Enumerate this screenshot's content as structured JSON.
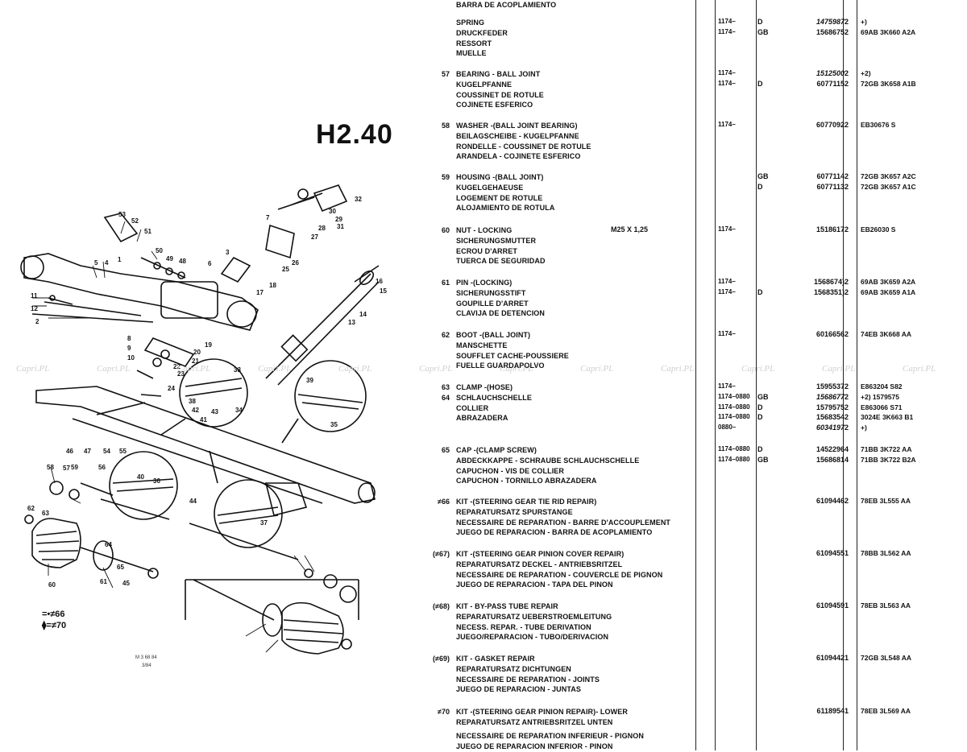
{
  "page_code": "H2.40",
  "legend": {
    "line1": "=•≠66",
    "line2": "⧫=≠70"
  },
  "watermark": "Capri.PL",
  "diagram_labels": [
    "53",
    "52",
    "51",
    "50",
    "49",
    "48",
    "5",
    "4",
    "1",
    "3",
    "2",
    "6",
    "7",
    "8",
    "9",
    "10",
    "11",
    "12",
    "13",
    "14",
    "15",
    "16",
    "17",
    "18",
    "19",
    "20",
    "21",
    "22",
    "23",
    "24",
    "25",
    "26",
    "27",
    "28",
    "29",
    "30",
    "31",
    "32",
    "33",
    "34",
    "35",
    "36",
    "37",
    "38",
    "39",
    "40",
    "41",
    "42",
    "43",
    "44",
    "45",
    "46",
    "47",
    "54",
    "55",
    "56",
    "57",
    "58",
    "59",
    "60",
    "61",
    "62",
    "63",
    "64",
    "65"
  ],
  "entries": [
    {
      "ref": "",
      "lines": [
        "BARRA DE ACOPLAMIENTO"
      ],
      "spec": "",
      "rows": []
    },
    {
      "ref": "",
      "lines": [
        "SPRING",
        "DRUCKFEDER",
        "RESSORT",
        "MUELLE"
      ],
      "spec": "",
      "rows": [
        {
          "date": "1174–",
          "ctry": "D",
          "part": "1475987",
          "italic": true,
          "qty": "2",
          "note": "+)"
        },
        {
          "date": "1174–",
          "ctry": "GB",
          "part": "1568675",
          "italic": false,
          "qty": "2",
          "note": "69AB 3K660 A2A"
        }
      ]
    },
    {
      "ref": "57",
      "lines": [
        "BEARING - BALL JOINT",
        "KUGELPFANNE",
        "COUSSINET DE ROTULE",
        "COJINETE ESFERICO"
      ],
      "spec": "",
      "rows": [
        {
          "date": "1174–",
          "ctry": "",
          "part": "1512500",
          "italic": true,
          "qty": "2",
          "note": "+2)"
        },
        {
          "date": "1174–",
          "ctry": "D",
          "part": "6077115",
          "italic": false,
          "qty": "2",
          "note": "72GB 3K658 A1B"
        }
      ]
    },
    {
      "ref": "58",
      "lines": [
        "WASHER -(BALL JOINT BEARING)",
        "BEILAGSCHEIBE - KUGELPFANNE",
        "RONDELLE - COUSSINET DE ROTULE",
        "ARANDELA - COJINETE ESFERICO"
      ],
      "spec": "",
      "rows": [
        {
          "date": "1174–",
          "ctry": "",
          "part": "6077092",
          "italic": false,
          "qty": "2",
          "note": "EB30676 S"
        }
      ]
    },
    {
      "ref": "59",
      "lines": [
        "HOUSING -(BALL JOINT)",
        "KUGELGEHAEUSE",
        "LOGEMENT DE ROTULE",
        "ALOJAMIENTO DE ROTULA"
      ],
      "spec": "",
      "rows": [
        {
          "date": "",
          "ctry": "GB",
          "part": "6077114",
          "italic": false,
          "qty": "2",
          "note": "72GB 3K657 A2C"
        },
        {
          "date": "",
          "ctry": "D",
          "part": "6077113",
          "italic": false,
          "qty": "2",
          "note": "72GB 3K657 A1C"
        }
      ]
    },
    {
      "ref": "60",
      "lines": [
        "NUT - LOCKING",
        "SICHERUNGSMUTTER",
        "ECROU D'ARRET",
        "TUERCA DE SEGURIDAD"
      ],
      "spec": "M25 X 1,25",
      "rows": [
        {
          "date": "1174–",
          "ctry": "",
          "part": "1518617",
          "italic": false,
          "qty": "2",
          "note": "EB26030 S"
        }
      ]
    },
    {
      "ref": "61",
      "lines": [
        "PIN -(LOCKING)",
        "SICHERUNGSSTIFT",
        "GOUPILLE D'ARRET",
        "CLAVIJA DE DETENCION"
      ],
      "spec": "",
      "rows": [
        {
          "date": "1174–",
          "ctry": "",
          "part": "1568674)",
          "italic": false,
          "qty": "2",
          "note": "69AB 3K659 A2A"
        },
        {
          "date": "1174–",
          "ctry": "D",
          "part": "1568351)",
          "italic": false,
          "qty": "2",
          "note": "69AB 3K659 A1A"
        }
      ]
    },
    {
      "ref": "62",
      "lines": [
        "BOOT -(BALL JOINT)",
        "MANSCHETTE",
        "SOUFFLET CACHE-POUSSIERE",
        "FUELLE GUARDAPOLVO"
      ],
      "spec": "",
      "rows": [
        {
          "date": "1174–",
          "ctry": "",
          "part": "6016656",
          "italic": false,
          "qty": "2",
          "note": "74EB 3K668 AA"
        }
      ]
    },
    {
      "ref": "63\n64",
      "lines": [
        "CLAMP -(HOSE)",
        "SCHLAUCHSCHELLE",
        "COLLIER",
        "ABRAZADERA"
      ],
      "spec": "",
      "rows": [
        {
          "date": "1174–",
          "ctry": "",
          "part": "1595537",
          "italic": false,
          "qty": "2",
          "note": "E863204 S82"
        },
        {
          "date": "1174–0880",
          "ctry": "GB",
          "part": "1568677",
          "italic": true,
          "qty": "2",
          "note": "+2) 1579575"
        },
        {
          "date": "1174–0880",
          "ctry": "D",
          "part": "1579575",
          "italic": false,
          "qty": "2",
          "note": "E863066 S71"
        },
        {
          "date": "1174–0880",
          "ctry": "D",
          "part": "1568354",
          "italic": false,
          "qty": "2",
          "note": "3024E 3K663 B1"
        },
        {
          "date": "0880–",
          "ctry": "",
          "part": "6034197",
          "italic": true,
          "qty": "2",
          "note": "+)"
        }
      ]
    },
    {
      "ref": "65",
      "lines": [
        "CAP -(CLAMP SCREW)",
        "ABDECKKAPPE - SCHRAUBE SCHLAUCHSCHELLE",
        "CAPUCHON - VIS DE COLLIER",
        "CAPUCHON - TORNILLO ABRAZADERA"
      ],
      "spec": "",
      "rows": [
        {
          "date": "1174–0880",
          "ctry": "D",
          "part": "1452296",
          "italic": false,
          "qty": "4",
          "note": "71BB 3K722 AA"
        },
        {
          "date": "1174–0880",
          "ctry": "GB",
          "part": "1568681",
          "italic": false,
          "qty": "4",
          "note": "71BB 3K722 B2A"
        }
      ]
    },
    {
      "ref": "≠66",
      "lines": [
        "KIT -(STEERING GEAR TIE RID REPAIR)",
        "REPARATURSATZ SPURSTANGE",
        "NECESSAIRE DE REPARATION - BARRE D'ACCOUPLEMENT",
        "JUEGO DE REPARACION - BARRA DE ACOPLAMIENTO"
      ],
      "spec": "",
      "rows": [
        {
          "date": "",
          "ctry": "",
          "part": "6109446",
          "italic": false,
          "qty": "2",
          "note": "78EB 3L555 AA"
        }
      ]
    },
    {
      "ref": "(≠67)",
      "lines": [
        "KIT -(STEERING GEAR PINION COVER REPAIR)",
        "REPARATURSATZ DECKEL - ANTRIEBSRITZEL",
        "NECESSAIRE DE REPARATION - COUVERCLE DE PIGNON",
        "JUEGO DE REPARACION - TAPA DEL PINON"
      ],
      "spec": "",
      "rows": [
        {
          "date": "",
          "ctry": "",
          "part": "6109455",
          "italic": false,
          "qty": "1",
          "note": "78BB 3L562 AA"
        }
      ]
    },
    {
      "ref": "(≠68)",
      "lines": [
        "KIT - BY-PASS TUBE REPAIR",
        "REPARATURSATZ UEBERSTROEMLEITUNG",
        "NECESS. REPAR. - TUBE DERIVATION",
        "JUEGO/REPARACION - TUBO/DERIVACION"
      ],
      "spec": "",
      "rows": [
        {
          "date": "",
          "ctry": "",
          "part": "6109459",
          "italic": false,
          "qty": "1",
          "note": "78EB 3L563 AA"
        }
      ]
    },
    {
      "ref": "(≠69)",
      "lines": [
        "KIT - GASKET REPAIR",
        "REPARATURSATZ DICHTUNGEN",
        "NECESSAIRE DE REPARATION - JOINTS",
        "JUEGO DE REPARACION - JUNTAS"
      ],
      "spec": "",
      "rows": [
        {
          "date": "",
          "ctry": "",
          "part": "6109442",
          "italic": false,
          "qty": "1",
          "note": "72GB 3L548 AA"
        }
      ]
    },
    {
      "ref": "≠70",
      "lines": [
        "KIT -(STEERING GEAR PINION REPAIR)- LOWER",
        "REPARATURSATZ ANTRIEBSRITZEL UNTEN"
      ],
      "spec": "",
      "rows": [
        {
          "date": "",
          "ctry": "",
          "part": "6118954",
          "italic": false,
          "qty": "1",
          "note": "78EB 3L569 AA"
        }
      ]
    },
    {
      "ref": "",
      "lines": [
        "NECESSAIRE DE REPARATION INFERIEUR - PIGNON",
        "JUEGO DE REPARACION INFERIOR - PINON"
      ],
      "spec": "",
      "rows": []
    }
  ]
}
